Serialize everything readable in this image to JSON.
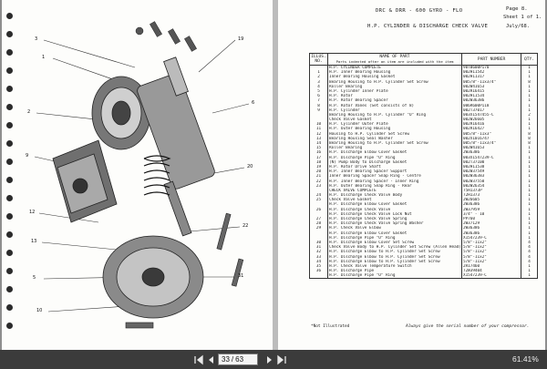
{
  "document": {
    "model": "DRC & DRR - 600 GYRO - FLO",
    "page_label": "Page 8.",
    "sheet_label": "Sheet 1 of 1.",
    "section_title": "H.P. CYLINDER & DISCHARGE CHECK VALVE",
    "date": "July/68.",
    "table_headers": {
      "illus_no": "ILLUS. NO.",
      "name": "NAME OF PART",
      "name_sub": "Parts indented after an item are included with the item",
      "part_number": "PART NUMBER",
      "qty": "QTY."
    },
    "rows": [
      {
        "no": "",
        "name": "H.P. CYLINDER COMPLETE",
        "pn": "90TB600P170",
        "qty": "1"
      },
      {
        "no": "1",
        "name": "  H.P. Inner Bearing Housing",
        "pn": "002H11542",
        "qty": "1"
      },
      {
        "no": "2",
        "name": "    Inner Bearing Housing Gasket",
        "pn": "002H11317",
        "qty": "1"
      },
      {
        "no": "3",
        "name": "Bearing Housing to H.P. Cylinder Set Screw",
        "pn": "005/8\"-11x3/4\"",
        "qty": "8"
      },
      {
        "no": "4",
        "name": "Roller Bearing",
        "pn": "002W41653",
        "qty": "1"
      },
      {
        "no": "5",
        "name": "H.P. Cylinder Inner Plate",
        "pn": "002R16415",
        "qty": "1"
      },
      {
        "no": "6",
        "name": "H.P. Rotor",
        "pn": "002H11534",
        "qty": "1"
      },
      {
        "no": "7",
        "name": "  H.P. Rotor Bearing Spacer",
        "pn": "002W36386",
        "qty": "1"
      },
      {
        "no": "8",
        "name": "H.P. Rotor Vanes (Set consists of 8)",
        "pn": "006R600P118",
        "qty": "1"
      },
      {
        "no": "9",
        "name": "H.P. Cylinder",
        "pn": "002T37017",
        "qty": "1"
      },
      {
        "no": "",
        "name": "    Bearing Housing to H.P. Cylinder \"O\" Ring",
        "pn": "003X1547455-C",
        "qty": "2"
      },
      {
        "no": "",
        "name": "    Check Valve Gasket",
        "pn": "002W26605",
        "qty": "1"
      },
      {
        "no": "10",
        "name": "H.P. Cylinder Outer Plate",
        "pn": "002R16416",
        "qty": "1"
      },
      {
        "no": "11",
        "name": "H.P. Outer Bearing Housing",
        "pn": "002R16427",
        "qty": "1"
      },
      {
        "no": "12",
        "name": "Housing to H.P. Cylinder Set Screw",
        "pn": "005/8\"-11x3\"",
        "qty": "8"
      },
      {
        "no": "13",
        "name": "Bearing Housing Seal Washer",
        "pn": "002X1016747",
        "qty": "8"
      },
      {
        "no": "14",
        "name": "Bearing Housing to H.P. Cylinder Set Screw",
        "pn": "005/8\"-11x3/4\"",
        "qty": "8"
      },
      {
        "no": "15",
        "name": "Roller Bearing",
        "pn": "002W41653",
        "qty": "1"
      },
      {
        "no": "16",
        "name": "H.P. Discharge Elbow Cover Gasket",
        "pn": "2W36386",
        "qty": "1"
      },
      {
        "no": "17",
        "name": "H.P. Discharge Pipe \"O\" Ring",
        "pn": "003X1547239-C",
        "qty": "1"
      },
      {
        "no": "18",
        "name": "(N) Pump Body to Discharge Gasket",
        "pn": "002T37100",
        "qty": "1"
      },
      {
        "no": "19",
        "name": "H.P. Rotor Drive Shaft",
        "pn": "002H11538",
        "qty": "1"
      },
      {
        "no": "20",
        "name": "H.P. Inner Bearing Spacer Support",
        "pn": "002W37549",
        "qty": "1"
      },
      {
        "no": "21",
        "name": "Inner Bearing Spacer Snap Ring - Centre",
        "pn": "002W36383",
        "qty": "1"
      },
      {
        "no": "22",
        "name": "H.P. Inner Bearing Spacer - Inner Ring",
        "pn": "002W37550",
        "qty": "1"
      },
      {
        "no": "23",
        "name": "H.P. Outer Bearing Snap Ring - Rear",
        "pn": "002W26354",
        "qty": "1"
      },
      {
        "no": "",
        "name": "CHECK VALVE COMPLETE",
        "pn": "75H1373P",
        "qty": "1"
      },
      {
        "no": "24",
        "name": "  H.P. Discharge Check Valve Body",
        "pn": "72H1373",
        "qty": "1"
      },
      {
        "no": "25",
        "name": "  Check Valve Gasket",
        "pn": "2W26605",
        "qty": "1"
      },
      {
        "no": "",
        "name": "  H.P. Discharge Elbow Cover Gasket",
        "pn": "2W36386",
        "qty": "1"
      },
      {
        "no": "26",
        "name": "  H.P. Discharge Check Valve",
        "pn": "2W37959",
        "qty": "1"
      },
      {
        "no": "",
        "name": "  H.P. Discharge Check Valve Lock Nut",
        "pn": "3/4\" - 10",
        "qty": "1"
      },
      {
        "no": "27",
        "name": "  H.P. Discharge Check Valve Spring",
        "pn": "PP760",
        "qty": "1"
      },
      {
        "no": "28",
        "name": "  H.P. Discharge Check Valve Spring Washer",
        "pn": "2W37129",
        "qty": "1"
      },
      {
        "no": "29",
        "name": "H.P. Check Valve Elbow",
        "pn": "2W36386",
        "qty": "1"
      },
      {
        "no": "",
        "name": "  H.P. Discharge Elbow Cover Gasket",
        "pn": "2W36386",
        "qty": "1"
      },
      {
        "no": "",
        "name": "  H.P. Discharge Pipe \"O\" Ring",
        "pn": "X1547239-C",
        "qty": "1"
      },
      {
        "no": "30",
        "name": "H.P. Discharge Elbow Cover Set Screw",
        "pn": "5/8\"-11x2\"",
        "qty": "4"
      },
      {
        "no": "31",
        "name": "Check Valve Body to H.P. Cylinder Set Screw (Allen Head)",
        "pn": "5/8\"-11x2\"",
        "qty": "4"
      },
      {
        "no": "32",
        "name": "H.P. Discharge Elbow to H.P. Cylinder Set Screw",
        "pn": "5/8\"-11x2\"",
        "qty": "4"
      },
      {
        "no": "33",
        "name": "H.P. Discharge Elbow to H.P. Cylinder Set Screw",
        "pn": "5/8\"-11x2\"",
        "qty": "4"
      },
      {
        "no": "34",
        "name": "H.P. Discharge Elbow to H.P. Cylinder Set Screw",
        "pn": "5/8\"-11x2\"",
        "qty": "4"
      },
      {
        "no": "35",
        "name": "H.P. Check Valve Temperature Switch",
        "pn": "2R17460",
        "qty": "1"
      },
      {
        "no": "36",
        "name": "H.P. Discharge Pipe",
        "pn": "72W39404",
        "qty": "1"
      },
      {
        "no": "",
        "name": "H.P. Discharge Pipe \"O\" Ring",
        "pn": "X1547239-C",
        "qty": "1"
      }
    ],
    "footnote": "*Not Illustrated",
    "serial_note": "Always give the serial number of your compressor."
  },
  "toolbar": {
    "page_current": "33",
    "page_total": "63",
    "page_separator": "/",
    "zoom": "61.41%"
  },
  "icons": {
    "prev": "chevron-left-icon",
    "next": "chevron-right-icon",
    "first": "first-page-icon",
    "last": "last-page-icon"
  }
}
